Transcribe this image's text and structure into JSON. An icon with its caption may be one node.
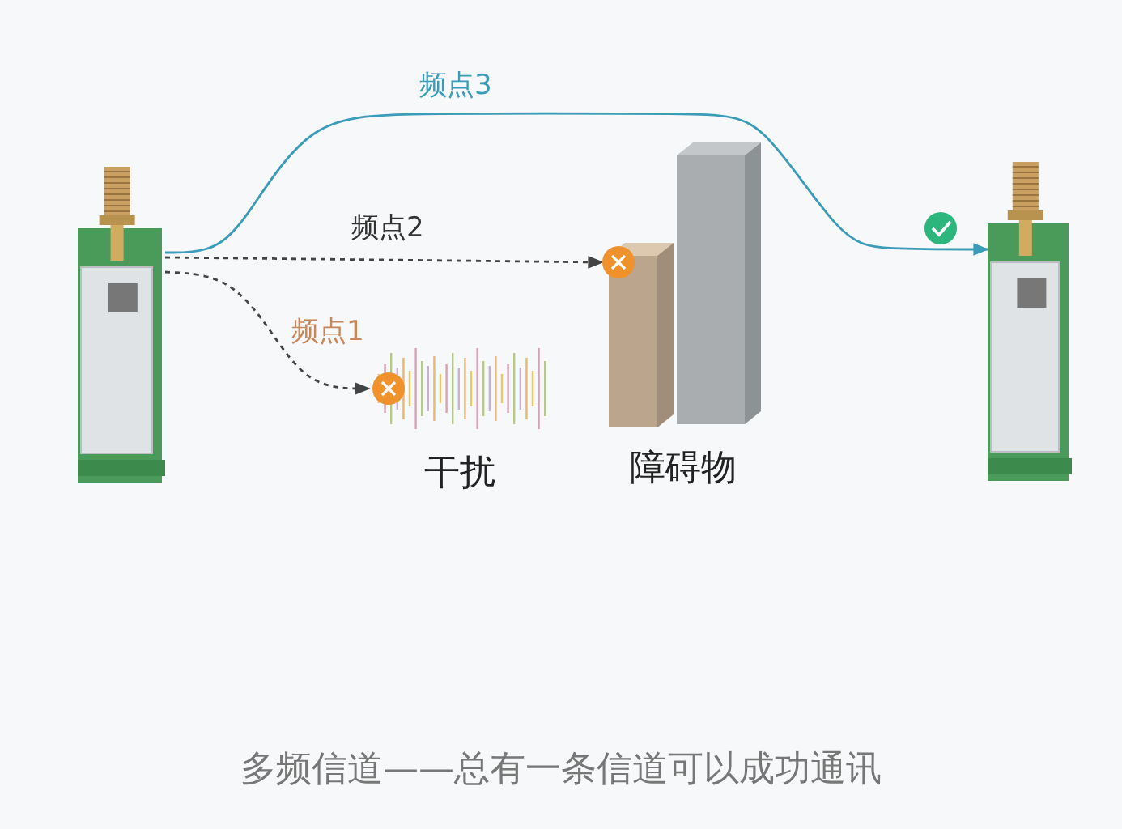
{
  "diagram": {
    "caption": "多频信道——总有一条信道可以成功通讯",
    "nodes": [
      {
        "text": [],
        "shape": "picture"
      },
      {
        "text": [
          "干扰"
        ]
      },
      {
        "text": [
          "障碍物"
        ]
      },
      {
        "text": [],
        "shape": "picture"
      }
    ],
    "edges": [
      {
        "from": 0,
        "to": 1,
        "arrow": "to",
        "style": "dashed",
        "label": "频点1"
      },
      {
        "from": 0,
        "to": 2,
        "arrow": "to",
        "style": "dashed",
        "label": "频点2"
      },
      {
        "from": 0,
        "to": 3,
        "arrow": "to",
        "label": "频点3",
        "color": "#3a9cb8"
      }
    ]
  }
}
